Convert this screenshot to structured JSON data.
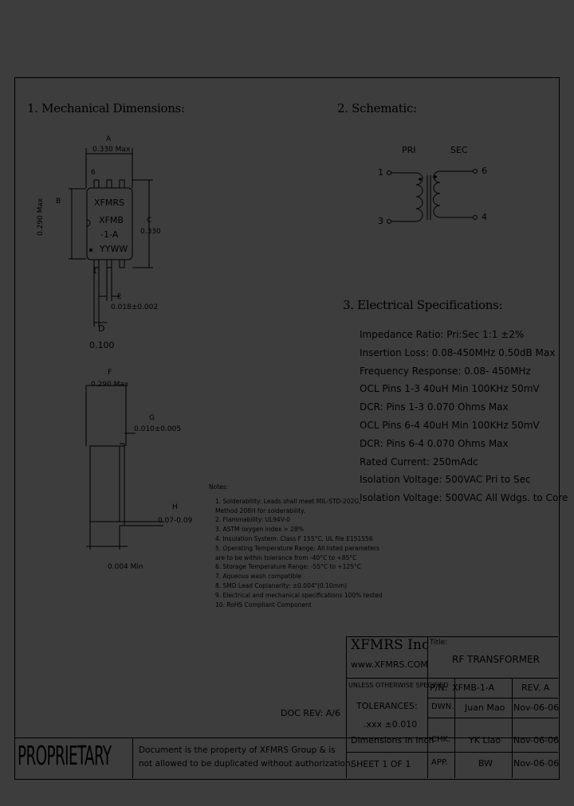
{
  "sections": {
    "mechanical": "1. Mechanical Dimensions:",
    "schematic": "2. Schematic:",
    "electrical": "3. Electrical Specifications:"
  },
  "dims": {
    "a_label": "A",
    "a_value": "0.330 Max",
    "b_value": "0.290 Max",
    "b_label": "B",
    "c_label": "C",
    "c_value": "0.330",
    "d_label": "D",
    "d_value": "0.100",
    "e_label": "E",
    "e_value": "0.018±0.002",
    "f_label": "F",
    "f_value": "0.290 Max",
    "g_label": "G",
    "g_value": "0.010±0.005",
    "h_label": "H",
    "h_value": "0.07-0.09",
    "min_value": "0.004 Min",
    "pin6": "6",
    "pin1": "1"
  },
  "component": {
    "brand": "XFMRS",
    "part1": "XFMB",
    "part2": "-1-A",
    "date": "YYWW"
  },
  "schematic": {
    "pri": "PRI",
    "sec": "SEC",
    "pin1": "1",
    "pin3": "3",
    "pin6": "6",
    "pin4": "4"
  },
  "specs": [
    "Impedance Ratio: Pri:Sec 1:1 ±2%",
    "Insertion Loss: 0.08-450MHz 0.50dB Max",
    "Frequency Response: 0.08- 450MHz",
    "OCL  Pins 1-3 40uH Min 100KHz 50mV",
    "DCR: Pins 1-3 0.070 Ohms Max",
    "OCL  Pins 6-4 40uH Min 100KHz 50mV",
    "DCR: Pins 6-4 0.070 Ohms Max",
    "Rated Current: 250mAdc",
    "Isolation Voltage:  500VAC Pri to Sec",
    "Isolation Voltage:  500VAC All Wdgs. to Core"
  ],
  "notes": {
    "title": "Notes:",
    "lines": [
      "1. Solderability: Leads shall meet MIL-STD-202G,",
      "    Method 208H for solderability.",
      "2. Flammability: UL94V-0",
      "3. ASTM oxygen index > 28%",
      "4. Insulation System: Class F 155°C, UL file E151556",
      "5. Operating Temperature Range: All listed parameters",
      "    are to be within tolerance from -40°C to +85°C",
      "6. Storage Temperature Range: -55°C to +125°C",
      "7. Aqueous wash compatible",
      "8. SMD Lead Coplanarity: ±0.004\"(0.10mm)",
      "9. Electrical and mechanical specifications 100% tested",
      "10. RoHS Compliant Component"
    ]
  },
  "title_block": {
    "company": "XFMRS Inc",
    "website": "www.XFMRS.COM",
    "title_label": "Title:",
    "title": "RF TRANSFORMER",
    "unless": "UNLESS OTHERWISE SPECIFIED",
    "tolerances": "TOLERANCES:",
    "tol_value": ".xxx ±0.010",
    "units": "Dimensions in Inch",
    "pn_label": "P/N:",
    "pn": "XFMB-1-A",
    "rev": "REV. A",
    "dwn_label": "DWN.",
    "dwn": "Juan Mao",
    "dwn_date": "Nov-06-06",
    "chk_label": "CHK.",
    "chk": "YK Liao",
    "chk_date": "Nov-06-06",
    "app_label": "APP.",
    "app": "BW",
    "app_date": "Nov-06-06",
    "sheet": "SHEET  1  OF  1",
    "doc_rev": "DOC REV: A/6",
    "proprietary": "PROPRIETARY",
    "statement1": "Document is the property of XFMRS Group & is",
    "statement2": "not allowed to be duplicated without authorization."
  }
}
